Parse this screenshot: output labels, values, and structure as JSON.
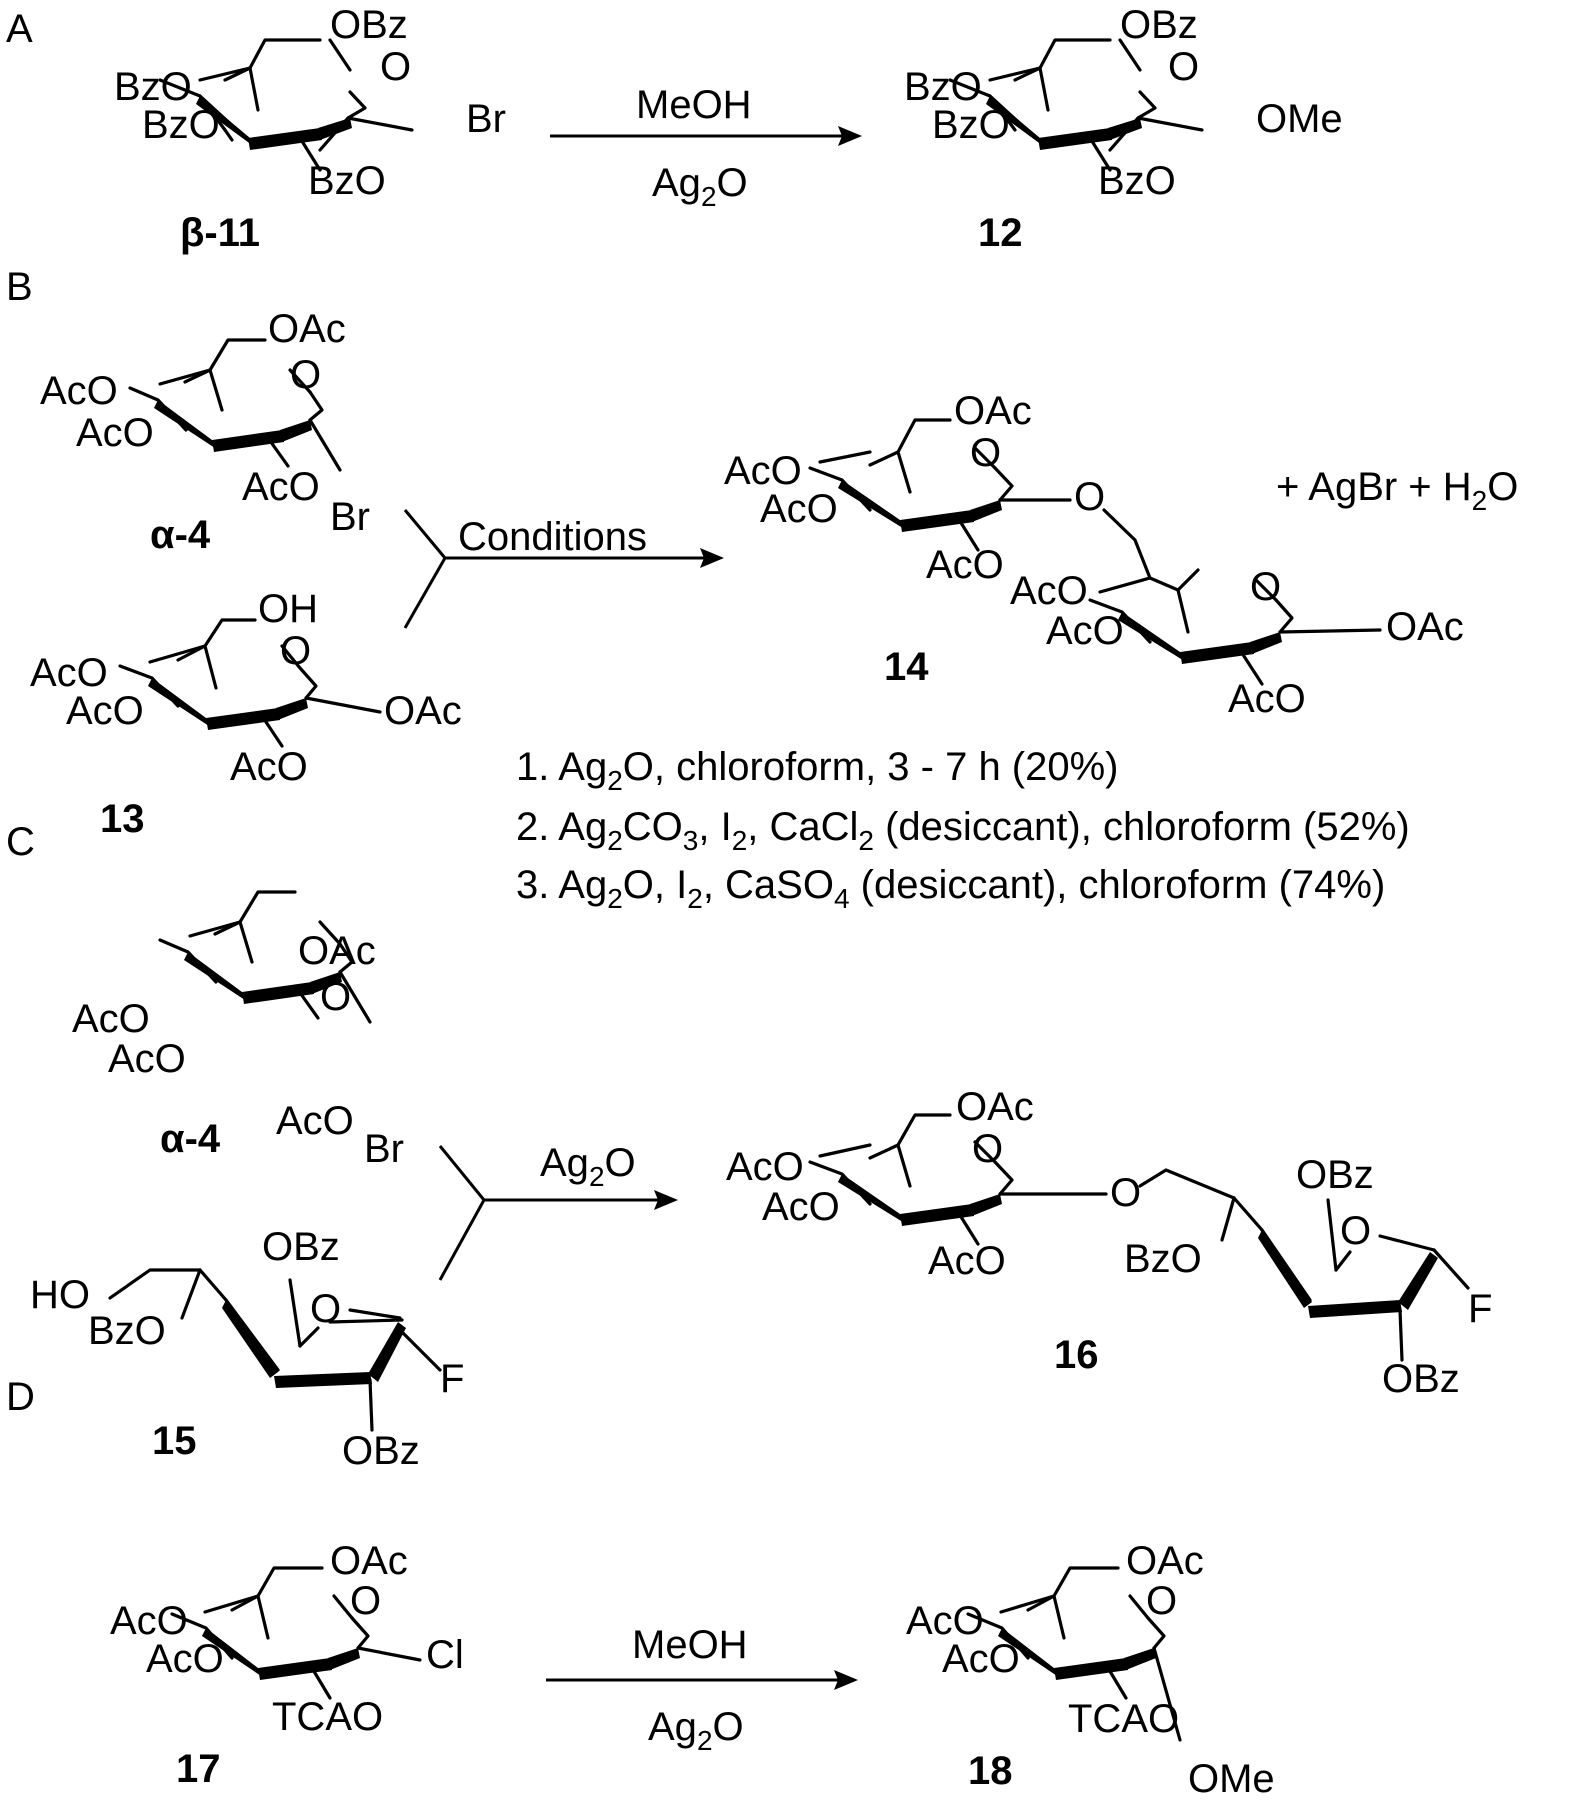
{
  "panels": {
    "a": "A",
    "b": "B",
    "c": "C",
    "d": "D"
  },
  "groups": {
    "obz": "OBz",
    "bzo": "BzO",
    "oac": "OAc",
    "aco": "AcO",
    "oh": "OH",
    "ho": "HO",
    "br": "Br",
    "f": "F",
    "cl": "Cl",
    "ome": "OMe",
    "o": "O",
    "tcao": "TCAO"
  },
  "compounds": {
    "beta11": "β-11",
    "c12": "12",
    "alpha4": "α-4",
    "c13": "13",
    "c14": "14",
    "c15": "15",
    "c16": "16",
    "c17": "17",
    "c18": "18"
  },
  "reagents": {
    "meoh": "MeOH",
    "ag2o": {
      "pre": "Ag",
      "sub": "2",
      "post": "O"
    },
    "conditions": "Conditions",
    "byproducts": {
      "pre": "+ AgBr + H",
      "sub": "2",
      "post": "O"
    }
  },
  "conditions_list": [
    {
      "pre": "1. Ag",
      "s1": "2",
      "mid": "O, chloroform, 3 - 7 h (20%)",
      "s2": "",
      "post": ""
    },
    {
      "pre": "2. Ag",
      "s1": "2",
      "mid": "CO",
      "s2": "3",
      "mid2": ", I",
      "s3": "2",
      "mid3": ", CaCl",
      "s4": "2",
      "post": " (desiccant), chloroform (52%)"
    },
    {
      "pre": "3. Ag",
      "s1": "2",
      "mid": "O, I",
      "s2": "2",
      "mid2": ", CaSO",
      "s3": "4",
      "post": " (desiccant), chloroform (74%)"
    }
  ]
}
